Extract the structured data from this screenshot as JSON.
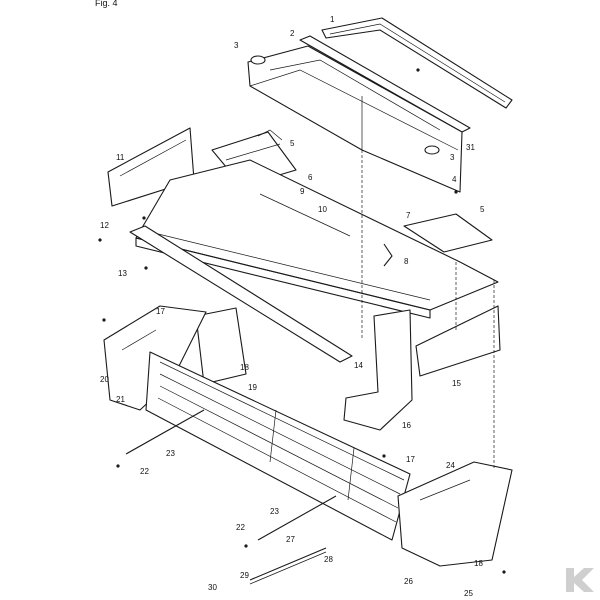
{
  "figure": {
    "title": "Fig. 4"
  },
  "callouts": [
    {
      "id": "c1",
      "label": "1"
    },
    {
      "id": "c2",
      "label": "2"
    },
    {
      "id": "c3a",
      "label": "3"
    },
    {
      "id": "c3b",
      "label": "3"
    },
    {
      "id": "c4",
      "label": "4"
    },
    {
      "id": "c5a",
      "label": "5"
    },
    {
      "id": "c5b",
      "label": "5"
    },
    {
      "id": "c6",
      "label": "6"
    },
    {
      "id": "c7",
      "label": "7"
    },
    {
      "id": "c8",
      "label": "8"
    },
    {
      "id": "c9",
      "label": "9"
    },
    {
      "id": "c10",
      "label": "10"
    },
    {
      "id": "c11",
      "label": "11"
    },
    {
      "id": "c12",
      "label": "12"
    },
    {
      "id": "c13",
      "label": "13"
    },
    {
      "id": "c14",
      "label": "14"
    },
    {
      "id": "c15",
      "label": "15"
    },
    {
      "id": "c16",
      "label": "16"
    },
    {
      "id": "c17a",
      "label": "17"
    },
    {
      "id": "c17b",
      "label": "17"
    },
    {
      "id": "c18a",
      "label": "18"
    },
    {
      "id": "c18b",
      "label": "18"
    },
    {
      "id": "c19",
      "label": "19"
    },
    {
      "id": "c20",
      "label": "20"
    },
    {
      "id": "c21",
      "label": "21"
    },
    {
      "id": "c22a",
      "label": "22"
    },
    {
      "id": "c22b",
      "label": "22"
    },
    {
      "id": "c23a",
      "label": "23"
    },
    {
      "id": "c23b",
      "label": "23"
    },
    {
      "id": "c24",
      "label": "24"
    },
    {
      "id": "c25",
      "label": "25"
    },
    {
      "id": "c26",
      "label": "26"
    },
    {
      "id": "c27",
      "label": "27"
    },
    {
      "id": "c28",
      "label": "28"
    },
    {
      "id": "c29",
      "label": "29"
    },
    {
      "id": "c30",
      "label": "30"
    },
    {
      "id": "c31",
      "label": "31"
    }
  ],
  "logo": {
    "name": "k-logo",
    "color": "#cfcfcf"
  }
}
